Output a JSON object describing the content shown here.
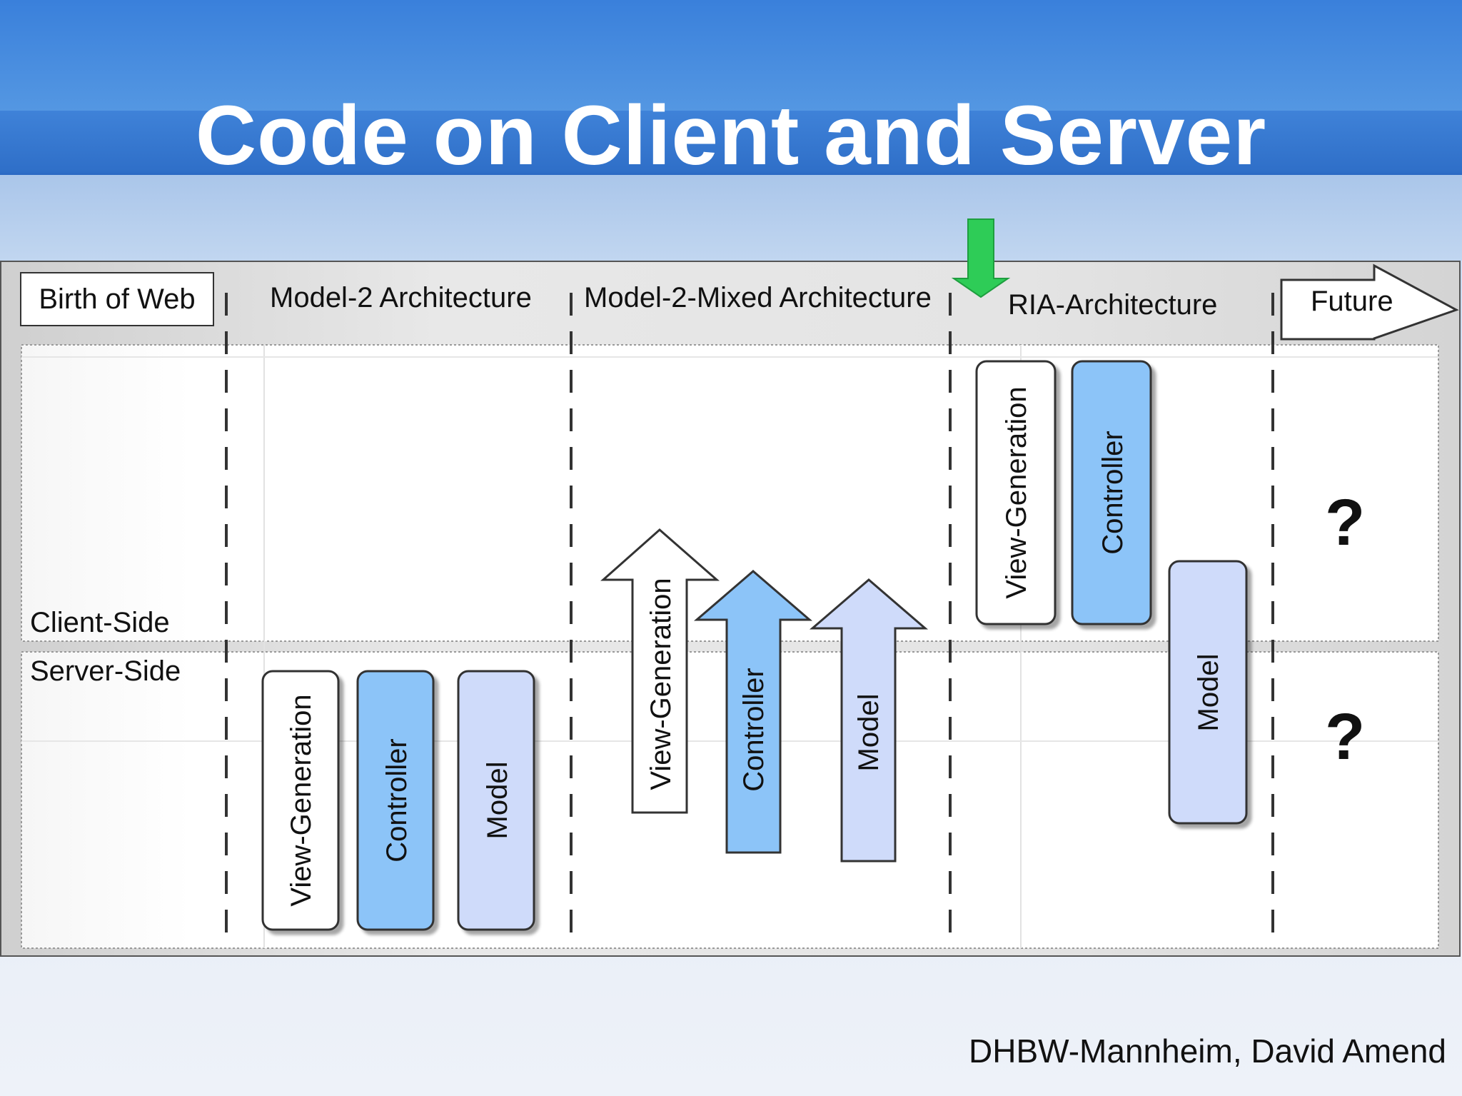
{
  "slide": {
    "title": "Code on Client and Server",
    "footer": "DHBW-Mannheim, David Amend"
  },
  "diagram": {
    "eras": [
      {
        "id": "birth",
        "label": "Birth of Web"
      },
      {
        "id": "model2",
        "label": "Model-2 Architecture"
      },
      {
        "id": "mixed",
        "label": "Model-2-Mixed Architecture"
      },
      {
        "id": "ria",
        "label": "RIA-Architecture"
      },
      {
        "id": "future",
        "label": "Future"
      }
    ],
    "zones": {
      "client": "Client-Side",
      "server": "Server-Side"
    },
    "components": {
      "view": "View-Generation",
      "controller": "Controller",
      "model": "Model"
    },
    "unknown": "?",
    "colors": {
      "white_component": "#ffffff",
      "controller": "#8cc4f8",
      "model": "#cfdbfa",
      "current_marker": "#2ecc57",
      "title_band": "#3a7fd8"
    }
  }
}
